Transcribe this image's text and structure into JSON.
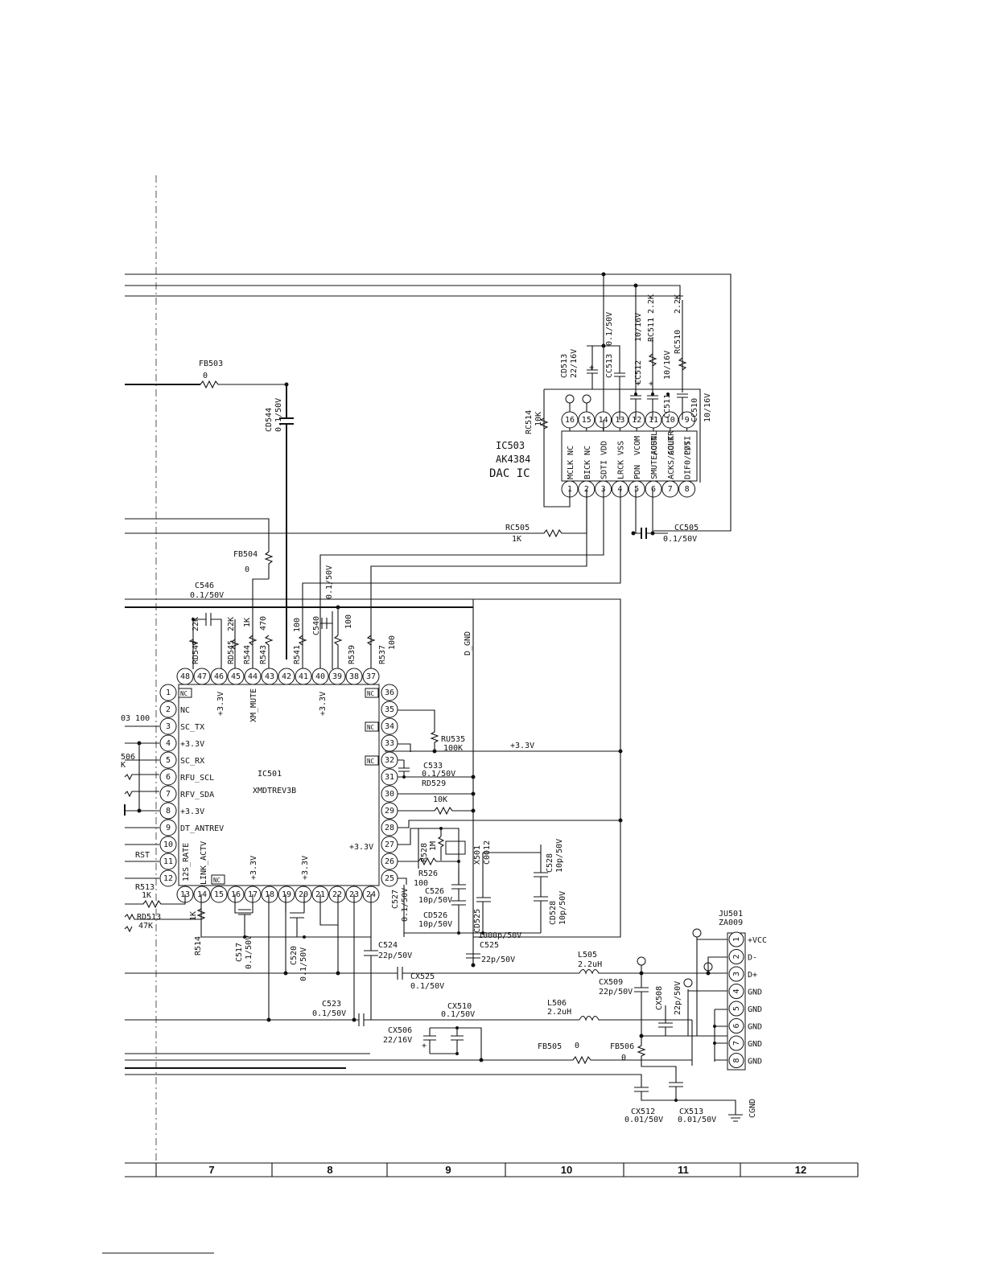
{
  "column_numbers": [
    "7",
    "8",
    "9",
    "10",
    "11",
    "12"
  ],
  "ic503": {
    "ref": "IC503",
    "part": "AK4384",
    "desc": "DAC IC",
    "pins_top": [
      {
        "num": "16",
        "name": "NC"
      },
      {
        "num": "15",
        "name": "NC"
      },
      {
        "num": "14",
        "name": "VDD"
      },
      {
        "num": "13",
        "name": "VSS"
      },
      {
        "num": "12",
        "name": "VCOM"
      },
      {
        "num": "11",
        "name": "AOUTL"
      },
      {
        "num": "10",
        "name": "AOUTR"
      },
      {
        "num": "9",
        "name": "P/S"
      }
    ],
    "pins_bottom": [
      {
        "num": "1",
        "name": "MCLK"
      },
      {
        "num": "2",
        "name": "BICK"
      },
      {
        "num": "3",
        "name": "SDTI"
      },
      {
        "num": "4",
        "name": "LRCK"
      },
      {
        "num": "5",
        "name": "PDN"
      },
      {
        "num": "6",
        "name": "SMUTE/CSN"
      },
      {
        "num": "7",
        "name": "ACKS/CCLK"
      },
      {
        "num": "8",
        "name": "DIF0/CDTI"
      }
    ]
  },
  "ic501": {
    "ref": "IC501",
    "part": "XMDTREV3B",
    "pins_left": [
      {
        "num": "1",
        "name": ""
      },
      {
        "num": "2",
        "name": "NC"
      },
      {
        "num": "3",
        "name": "SC_TX"
      },
      {
        "num": "4",
        "name": "+3.3V"
      },
      {
        "num": "5",
        "name": "SC_RX"
      },
      {
        "num": "6",
        "name": "RFU_SCL"
      },
      {
        "num": "7",
        "name": "RFV_SDA"
      },
      {
        "num": "8",
        "name": "+3.3V"
      },
      {
        "num": "9",
        "name": "DT_ANTREV"
      },
      {
        "num": "10",
        "name": "RST"
      },
      {
        "num": "11",
        "name": "12S_RATE"
      },
      {
        "num": "12",
        "name": "LINK_ACTV"
      }
    ],
    "pins_top": [
      "48",
      "47",
      "46",
      "45",
      "44",
      "43",
      "42",
      "41",
      "40",
      "39",
      "38",
      "37"
    ],
    "pins_bottom": [
      "13",
      "14",
      "15",
      "16",
      "17",
      "18",
      "19",
      "20",
      "21",
      "22",
      "23",
      "24"
    ],
    "pins_right": [
      "36",
      "35",
      "34",
      "33",
      "32",
      "31",
      "30",
      "29",
      "28",
      "27",
      "26",
      "25"
    ],
    "nc": "NC",
    "inner": {
      "v1": "+3.3V",
      "v2": "XM_MUTE",
      "v3": "+3.3V",
      "v4": "+3.3V",
      "v5": "+3.3V",
      "v6": "+3.3V"
    }
  },
  "ju501": {
    "ref": "JU501",
    "part": "ZA009",
    "pins": [
      {
        "num": "1",
        "name": "+VCC"
      },
      {
        "num": "2",
        "name": "D-"
      },
      {
        "num": "3",
        "name": "D+"
      },
      {
        "num": "4",
        "name": "GND"
      },
      {
        "num": "5",
        "name": "GND"
      },
      {
        "num": "6",
        "name": "GND"
      },
      {
        "num": "7",
        "name": "GND"
      },
      {
        "num": "8",
        "name": "GND"
      }
    ]
  },
  "labels": {
    "fb503": "FB503",
    "fb503v": "0",
    "cd544": "CD544",
    "cd544v": "0.1/50V",
    "cd513": "CD513",
    "cd513v": "22/16V",
    "cc513": "CC513",
    "cc513v": "0.1/50V",
    "cc512": "CC512",
    "cc512v": "10/16V",
    "rc511": "RC511",
    "rc511v": "2.2K",
    "cc511": "CC511",
    "cc511v": "10/16V",
    "rc510": "RC510",
    "rc510v": "2.2K",
    "cc510": "CC510",
    "cc510v": "10/16V",
    "rc514": "RC514",
    "rc514v": "10K",
    "rc505": "RC505",
    "rc505v": "1K",
    "cc505": "CC505",
    "cc505v": "0.1/50V",
    "fb504": "FB504",
    "fb504v": "0",
    "c546": "C546",
    "c546v": "0.1/50V",
    "rd547": "RD547",
    "rd547v": "22K",
    "rd545": "RD545",
    "rd545v": "22K",
    "r544": "R544",
    "r544v": "1K",
    "r543": "R543",
    "r543v": "470",
    "r541": "R541",
    "r541v": "100",
    "c540": "C540",
    "c540v": "0.1/50V",
    "r539": "R539",
    "r539v": "100",
    "r537": "R537",
    "r537v": "100",
    "dgnd": "D_GND",
    "ru535": "RU535",
    "ru535v": "100K",
    "v33": "+3.3V",
    "c533": "C533",
    "c533v": "0.1/50V",
    "rd529": "RD529",
    "rd529v": "10K",
    "r528": "R528",
    "r528v": "1M",
    "x501": "X501",
    "x501v": "C0012",
    "r526": "R526",
    "r526v": "100",
    "c528": "C528",
    "c528v": "10p/50V",
    "c527": "C527",
    "c527v": "0.1/50V",
    "c526": "C526",
    "c526v": "10p/50V",
    "cd526": "CD526",
    "cd526v": "10p/50V",
    "cd525": "CD525",
    "cd525v": "1000p/50V",
    "cd528": "CD528",
    "cd528v": "10p/50V",
    "c525": "C525",
    "c525v": "22p/50V",
    "r503": "03 100",
    "r506": "506",
    "r506v": "K",
    "r513": "R513",
    "r513v": "1K",
    "rd513": "RD513",
    "rd513v": "47K",
    "r514": "R514",
    "r514v": "1K",
    "c517": "C517",
    "c517v": "0.1/50V",
    "c520": "C520",
    "c520v": "0.1/50V",
    "c524": "C524",
    "c524v": "22p/50V",
    "cx525": "CX525",
    "cx525v": "0.1/50V",
    "l505": "L505",
    "l505v": "2.2uH",
    "cx509": "CX509",
    "cx509v": "22p/50V",
    "cx508": "CX508",
    "cx508v": "22p/50V",
    "c523": "C523",
    "c523v": "0.1/50V",
    "cx510": "CX510",
    "cx510v": "0.1/50V",
    "l506": "L506",
    "l506v": "2.2uH",
    "cx506": "CX506",
    "cx506v": "22/16V",
    "fb505": "FB505",
    "fb505v": "0",
    "fb506": "FB506",
    "fb506v": "0",
    "cx512": "CX512",
    "cx512v": "0.01/50V",
    "cx513": "CX513",
    "cx513v": "0.01/50V",
    "cgnd": "CGND"
  }
}
